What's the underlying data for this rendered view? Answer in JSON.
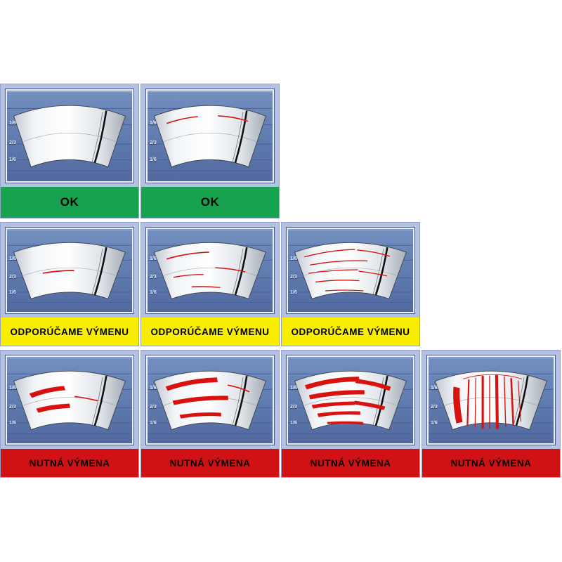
{
  "scale_labels": [
    "1/6",
    "2/3",
    "1/6"
  ],
  "statuses": {
    "ok": {
      "label": "OK",
      "bg": "#17a24f"
    },
    "recommend": {
      "label": "ODPORÚČAME VÝMENU",
      "bg": "#f9ee00"
    },
    "replace": {
      "label": "NUTNÁ VÝMENA",
      "bg": "#d01214"
    }
  },
  "rows": [
    {
      "status": "ok",
      "cell_count": 2
    },
    {
      "status": "recommend",
      "cell_count": 3
    },
    {
      "status": "replace",
      "cell_count": 4
    }
  ],
  "colors": {
    "cell_background": "#b5c1e3",
    "panel_top": "#7490c0",
    "panel_bottom": "#52699e",
    "wear": "#d8120e",
    "blade": "#111111",
    "label_text": "#000000"
  }
}
